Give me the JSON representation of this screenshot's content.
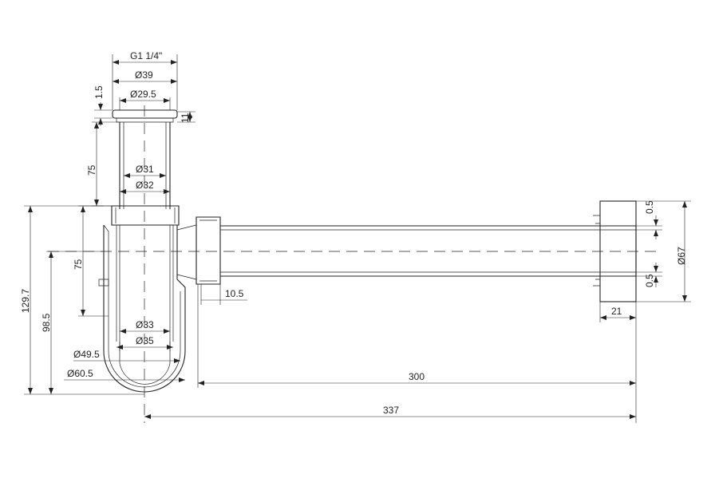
{
  "dimensions": {
    "thread": "G1 1/4\"",
    "d39": "Ø39",
    "d29_5": "Ø29.5",
    "h1_5": "1.5",
    "h11": "11",
    "h75_top": "75",
    "d31": "Ø31",
    "d32": "Ø32",
    "h75_mid": "75",
    "h129_7": "129.7",
    "h98_5": "98.5",
    "d33": "Ø33",
    "d35": "Ø35",
    "d49_5": "Ø49.5",
    "d60_5": "Ø60.5",
    "w10_5": "10.5",
    "w300": "300",
    "w337": "337",
    "w21": "21",
    "t0_5_top": "0.5",
    "t0_5_bottom": "0.5",
    "d67": "Ø67"
  }
}
